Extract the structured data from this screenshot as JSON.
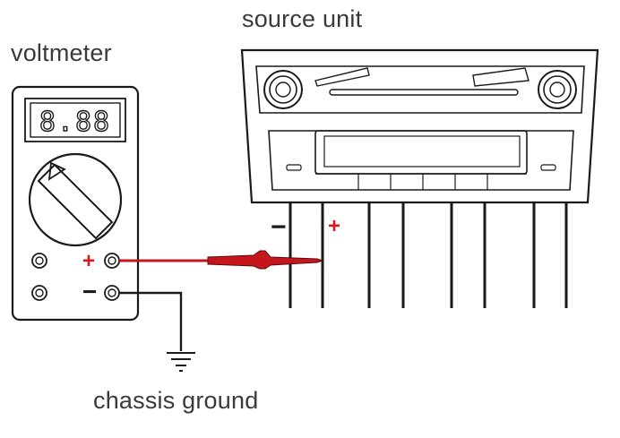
{
  "labels": {
    "source_unit": "source unit",
    "voltmeter": "voltmeter",
    "chassis_ground": "chassis ground"
  },
  "meter": {
    "display_reading": "8.88",
    "plus_sign": "+",
    "minus_sign": "−"
  },
  "wires": {
    "minus_sign": "−",
    "plus_sign": "+",
    "count": 8
  },
  "colors": {
    "line": "#1a1a1a",
    "probe_red": "#c4161c",
    "plus_red": "#d71920",
    "text": "#3a3a3a"
  }
}
